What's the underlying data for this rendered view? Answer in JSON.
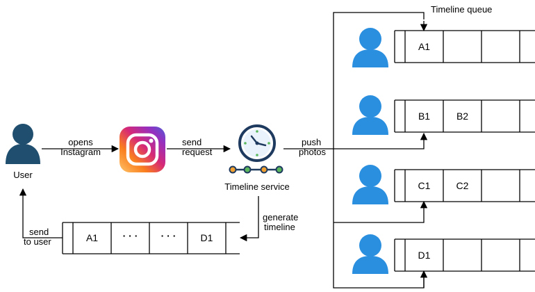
{
  "colors": {
    "user_dark": "#1f4e6e",
    "user_blue": "#2b8fe0",
    "clock_navy": "#1f3a5f",
    "clock_green": "#5cb85c",
    "clock_orange": "#f0a030"
  },
  "labels": {
    "user": "User",
    "opens_1": "opens",
    "opens_2": "Instagram",
    "send_req_1": "send",
    "send_req_2": "request",
    "timeline_service": "Timeline service",
    "push_1": "push",
    "push_2": "photos",
    "timeline_queue": "Timeline queue",
    "generate_1": "generate",
    "generate_2": "timeline",
    "send_user_1": "send",
    "send_user_2": "to user"
  },
  "queues": [
    {
      "cells": [
        "A1",
        "",
        "",
        ""
      ]
    },
    {
      "cells": [
        "B1",
        "B2",
        "",
        ""
      ]
    },
    {
      "cells": [
        "C1",
        "C2",
        "",
        ""
      ]
    },
    {
      "cells": [
        "D1",
        "",
        "",
        ""
      ]
    }
  ],
  "output_queue": {
    "cells": [
      "A1",
      "· · ·",
      "· · ·",
      "D1"
    ]
  },
  "icons": {
    "instagram": "instagram-logo-icon",
    "clock": "clock-icon",
    "user": "user-icon"
  }
}
